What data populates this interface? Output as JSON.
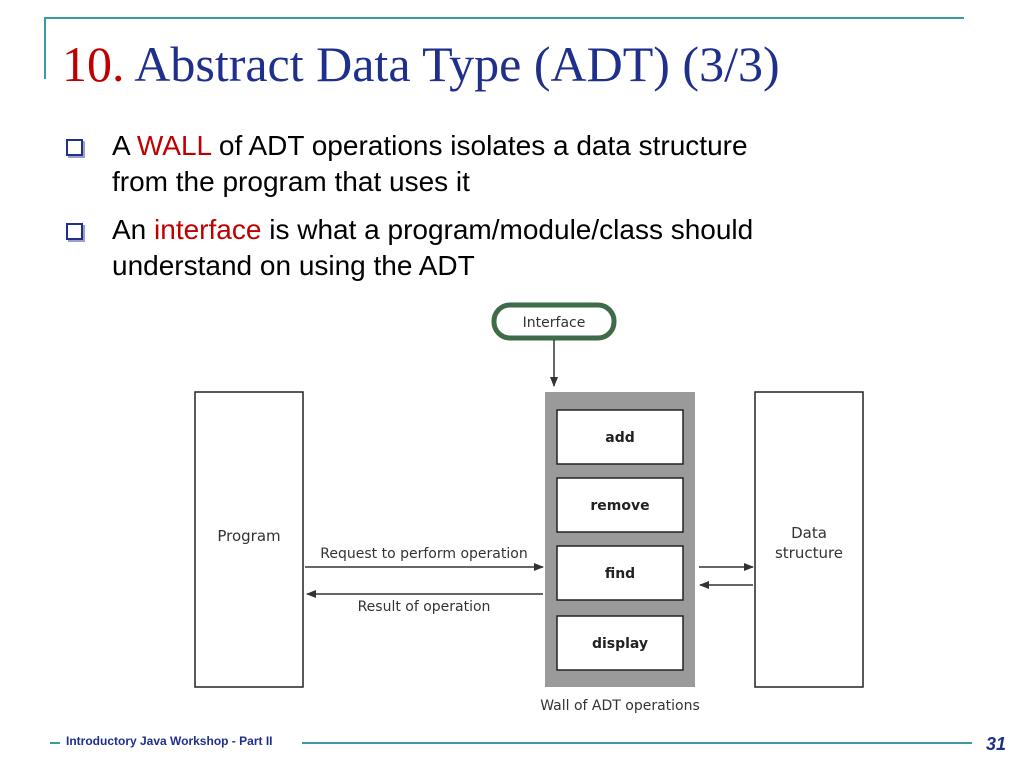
{
  "slide": {
    "title_number": "10.",
    "title_text": "Abstract Data Type (ADT) (3/3)",
    "bullets": [
      {
        "pre": "A ",
        "highlight": "WALL",
        "post_line1": " of ADT operations isolates a data structure",
        "line2": "from the program that uses it"
      },
      {
        "pre": "An ",
        "highlight": "interface",
        "post_line1": " is what a program/module/class should",
        "line2": "understand on using the ADT"
      }
    ]
  },
  "diagram": {
    "interface_label": "Interface",
    "program_label": "Program",
    "data_structure_line1": "Data",
    "data_structure_line2": "structure",
    "operations": [
      "add",
      "remove",
      "find",
      "display"
    ],
    "request_label": "Request to perform operation",
    "result_label": "Result of operation",
    "wall_label": "Wall of ADT operations"
  },
  "footer": {
    "text": "Introductory Java Workshop - Part II",
    "page_number": "31"
  },
  "colors": {
    "title_blue": "#1f2f8c",
    "accent_red": "#c00000",
    "frame_teal": "#3a9aa4",
    "interface_green": "#3f6b48",
    "wall_gray": "#9a9a9a"
  }
}
